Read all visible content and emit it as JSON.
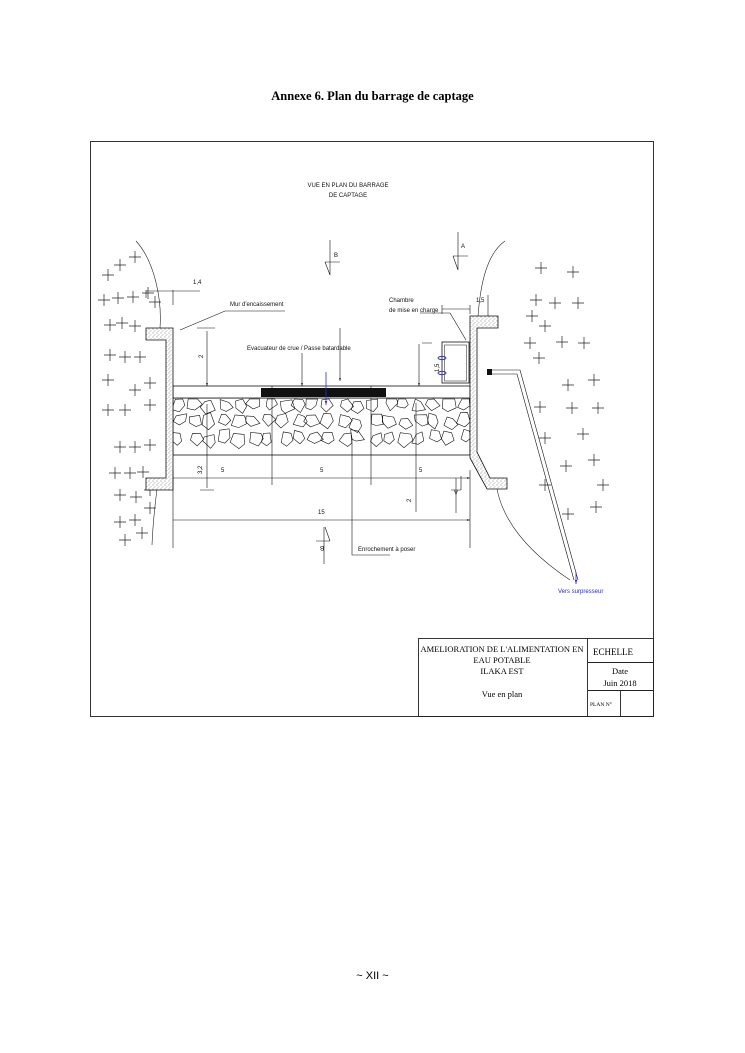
{
  "document": {
    "title": "Annexe 6.  Plan du barrage de captage",
    "page_number": "~ XII ~"
  },
  "drawing": {
    "view_title_line1": "VUE EN PLAN DU BARRAGE",
    "view_title_line2": "DE CAPTAGE",
    "labels": {
      "wall": "Mur d'encaissement",
      "chamber_line1": "Chambre",
      "chamber_line2": "de mise en charge",
      "spillway": "Evacuateur de crue / Passe batardable",
      "riprap": "Enrochement à poser",
      "to_booster": "Vers surpresseur"
    },
    "section_marks": {
      "a": "A",
      "b": "B"
    },
    "dimensions": {
      "left_wall": "1,4",
      "right_wall": "1,5",
      "upstream_depth": "2",
      "chamber_height": "1,5",
      "riprap_depth": "3,2",
      "downstream_depth": "2",
      "span_1": "5",
      "span_2": "5",
      "span_3": "5",
      "total": "15"
    },
    "colors": {
      "line": "#111111",
      "blue": "#2a2ae0"
    }
  },
  "title_block": {
    "project_line1": "AMELIORATION DE L'ALIMENTATION EN",
    "project_line2": "EAU POTABLE",
    "project_line3": "ILAKA EST",
    "view": "Vue en plan",
    "scale_label": "ECHELLE",
    "date_label": "Date",
    "date_value": "Juin 2018",
    "plan_no_label": "PLAN N°"
  }
}
